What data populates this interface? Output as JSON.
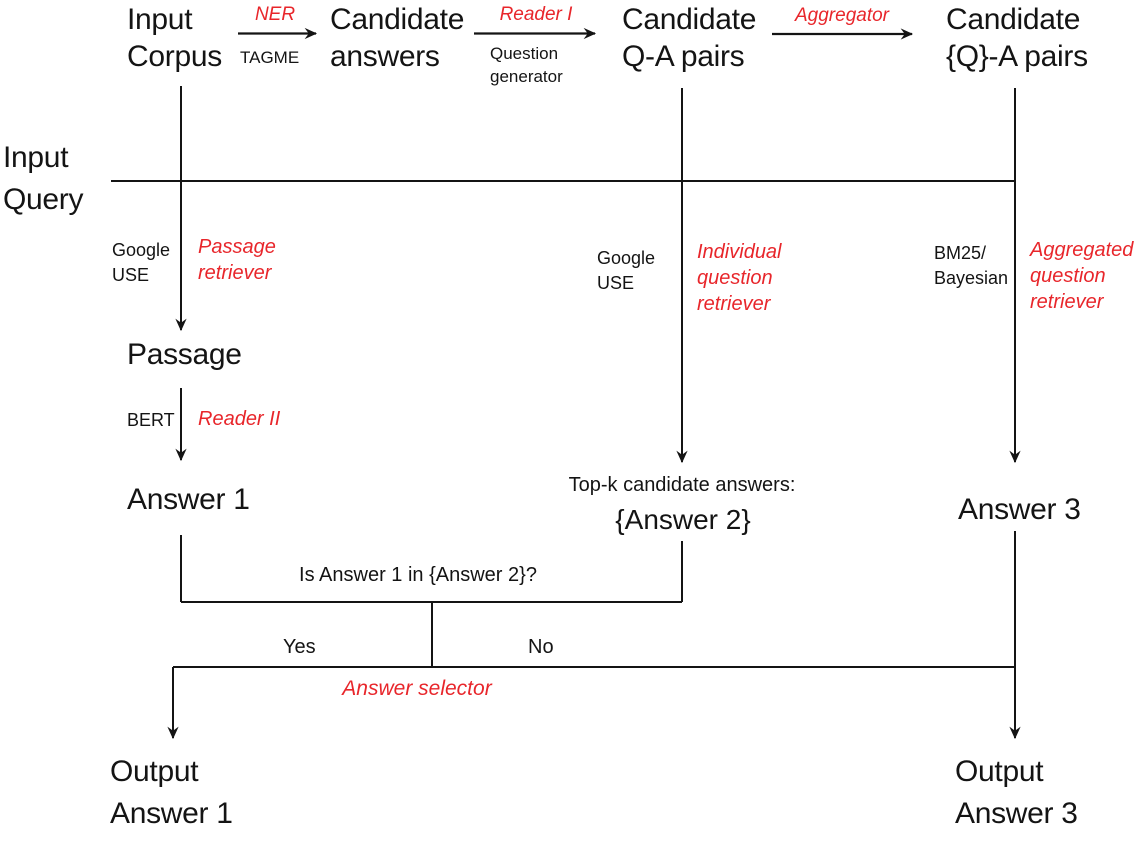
{
  "diagram": {
    "colors": {
      "accent_red": "#e8262b",
      "ink": "#141414",
      "background": "#ffffff"
    },
    "top_row": {
      "input_corpus": "Input\nCorpus",
      "ner": "NER",
      "tagme": "TAGME",
      "candidate_answers": "Candidate\nanswers",
      "reader_i": "Reader I",
      "question_generator": "Question\ngenerator",
      "candidate_qa_pairs": "Candidate\nQ-A pairs",
      "aggregator": "Aggregator",
      "candidate_qset_pairs": "Candidate\n{Q}-A pairs"
    },
    "input_query": "Input\nQuery",
    "left_branch": {
      "embedder": "Google\nUSE",
      "retriever": "Passage\nretriever",
      "passage": "Passage",
      "reader_model": "BERT",
      "reader": "Reader II",
      "answer": "Answer 1"
    },
    "middle_branch": {
      "embedder": "Google\nUSE",
      "retriever": "Individual\nquestion\nretriever",
      "topk_caption": "Top-k candidate answers:",
      "answer_set": "{Answer 2}"
    },
    "right_branch": {
      "embedder": "BM25/\nBayesian",
      "retriever": "Aggregated\nquestion\nretriever",
      "answer": "Answer 3"
    },
    "decision": {
      "condition": "Is Answer 1 in {Answer 2}?",
      "yes": "Yes",
      "no": "No",
      "selector": "Answer selector"
    },
    "outputs": {
      "answer1": "Output\nAnswer 1",
      "answer3": "Output\nAnswer 3"
    }
  }
}
